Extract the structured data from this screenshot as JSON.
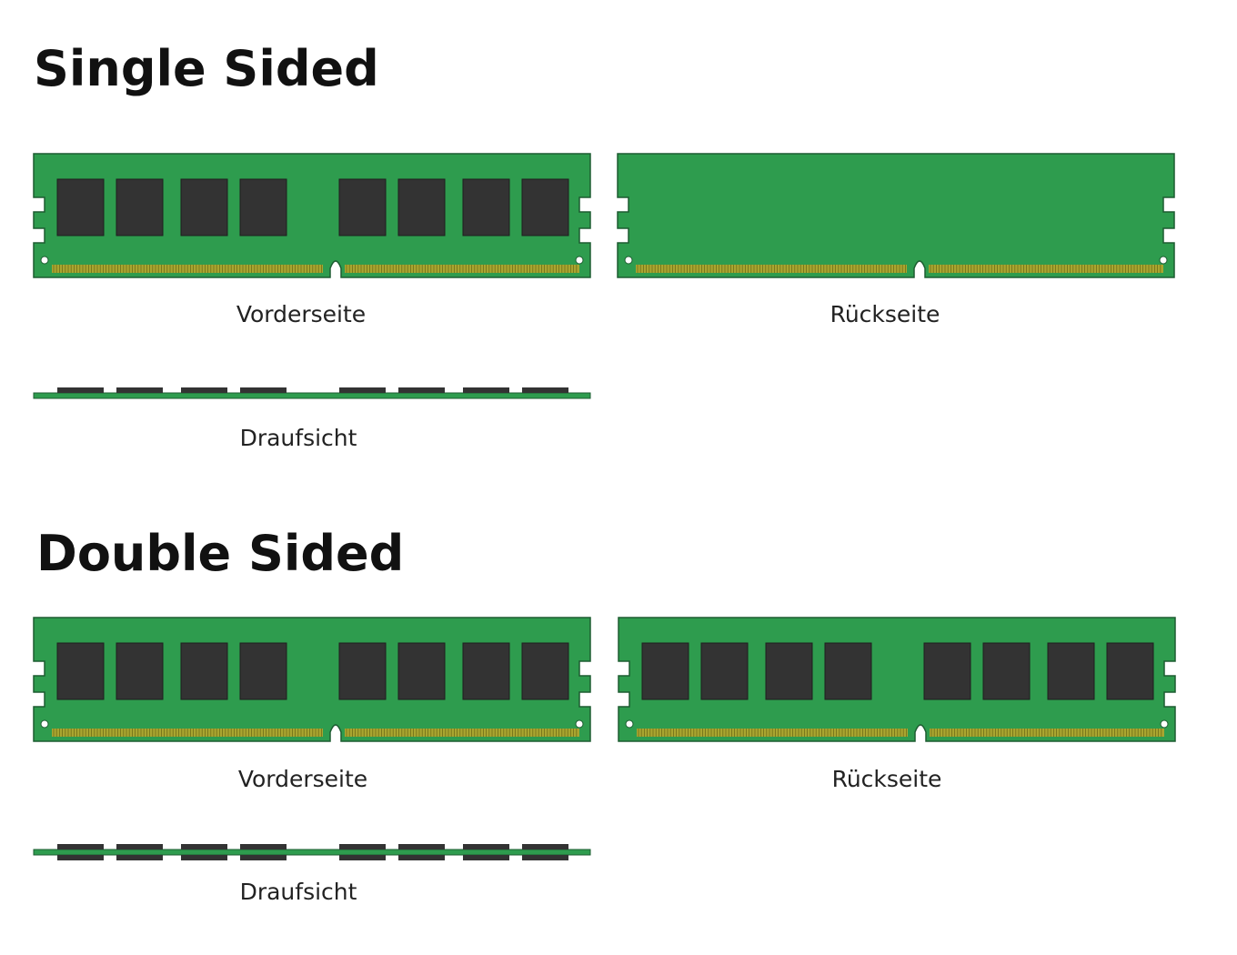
{
  "sections": {
    "single": {
      "title": "Single Sided",
      "front_label": "Vorderseite",
      "back_label": "Rückseite",
      "top_label": "Draufsicht",
      "front_chips": 8,
      "back_chips": 0
    },
    "double": {
      "title": "Double Sided",
      "front_label": "Vorderseite",
      "back_label": "Rückseite",
      "top_label": "Draufsicht",
      "front_chips": 8,
      "back_chips": 8
    }
  },
  "colors": {
    "pcb": "#2e9c4e",
    "pcb_outline": "#1d5c31",
    "chip": "#333333",
    "contacts": "#a9a630",
    "text": "#111111"
  }
}
